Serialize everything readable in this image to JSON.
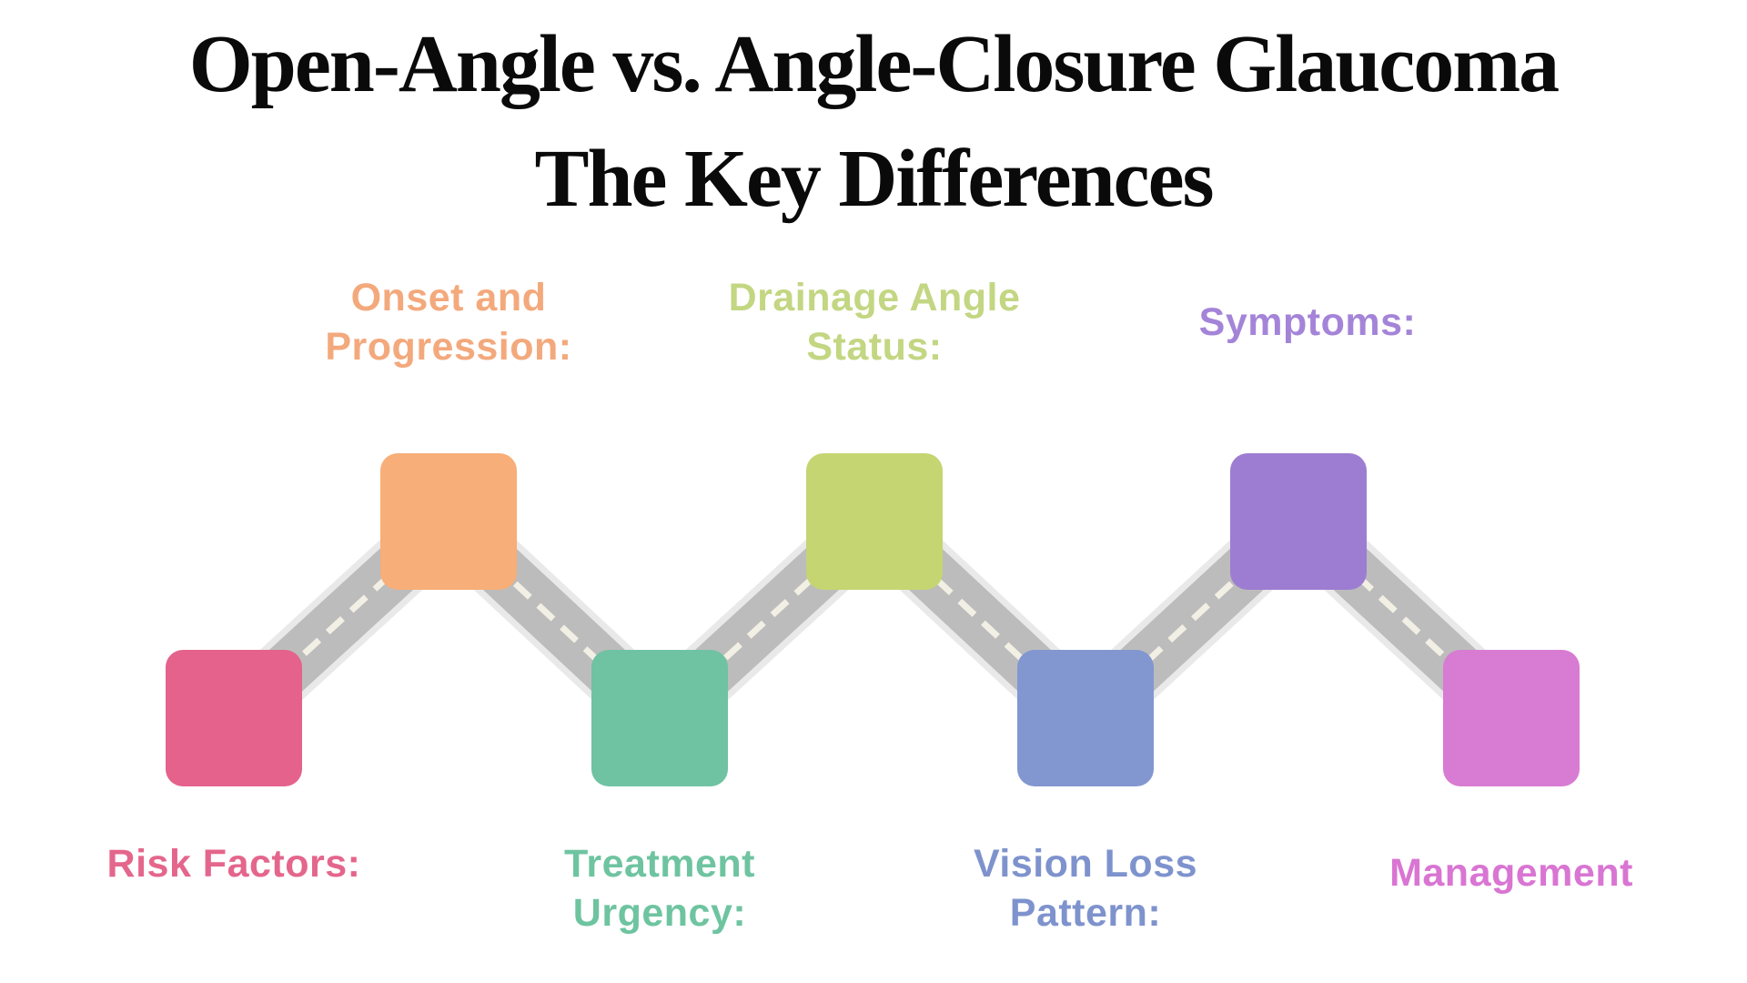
{
  "title": {
    "line1": "Open-Angle vs. Angle-Closure Glaucoma",
    "line2": "The Key Differences"
  },
  "road": {
    "surface_color": "#bcbcbc",
    "edge_color": "#e9e9e9",
    "dash_color": "#f2efe4"
  },
  "steps": [
    {
      "name": "risk-factors",
      "lines": [
        "Risk Factors:"
      ],
      "square_color": "#e4628b",
      "label_color": "#e4668c",
      "position": "bottom"
    },
    {
      "name": "onset-and-progression",
      "lines": [
        "Onset and",
        "Progression:"
      ],
      "square_color": "#f7ae78",
      "label_color": "#f3a97c",
      "position": "top"
    },
    {
      "name": "treatment-urgency",
      "lines": [
        "Treatment",
        "Urgency:"
      ],
      "square_color": "#6fc2a2",
      "label_color": "#6ec4a0",
      "position": "bottom"
    },
    {
      "name": "drainage-angle-status",
      "lines": [
        "Drainage Angle",
        "Status:"
      ],
      "square_color": "#c5d572",
      "label_color": "#c3d682",
      "position": "top"
    },
    {
      "name": "vision-loss-pattern",
      "lines": [
        "Vision Loss",
        "Pattern:"
      ],
      "square_color": "#8297d0",
      "label_color": "#7e93cd",
      "position": "bottom"
    },
    {
      "name": "symptoms",
      "lines": [
        "Symptoms:"
      ],
      "square_color": "#9d7dd1",
      "label_color": "#a484d8",
      "position": "top"
    },
    {
      "name": "management",
      "lines": [
        "Management"
      ],
      "square_color": "#d87bd3",
      "label_color": "#d975d3",
      "position": "bottom"
    }
  ]
}
